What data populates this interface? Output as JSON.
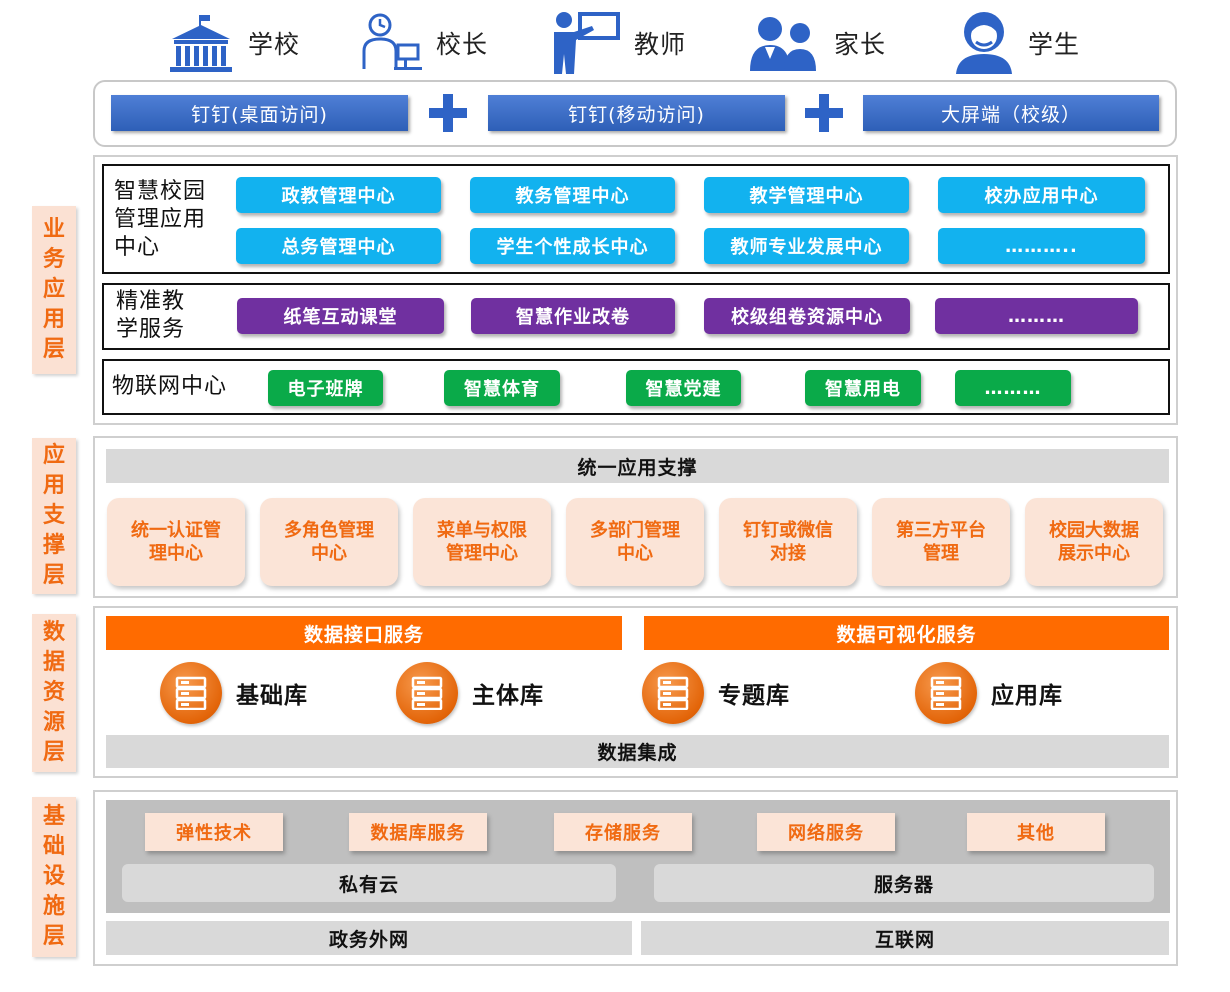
{
  "roles": [
    {
      "label": "学校",
      "icon": "school-building-icon"
    },
    {
      "label": "校长",
      "icon": "principal-desk-icon"
    },
    {
      "label": "教师",
      "icon": "teacher-board-icon"
    },
    {
      "label": "家长",
      "icon": "parents-icon"
    },
    {
      "label": "学生",
      "icon": "student-icon"
    }
  ],
  "access": {
    "items": [
      "钉钉(桌面访问)",
      "钉钉(移动访问)",
      "大屏端（校级）"
    ]
  },
  "layers": {
    "business": {
      "tag": [
        "业",
        "务",
        "应",
        "用",
        "层"
      ],
      "smart_campus": {
        "label": [
          "智慧校园",
          "管理应用",
          "中心"
        ],
        "row1": [
          "政教管理中心",
          "教务管理中心",
          "教学管理中心",
          "校办应用中心"
        ],
        "row2": [
          "总务管理中心",
          "学生个性成长中心",
          "教师专业发展中心",
          "……….."
        ]
      },
      "precision": {
        "label": [
          "精准教",
          "学服务"
        ],
        "items": [
          "纸笔互动课堂",
          "智慧作业改卷",
          "校级组卷资源中心",
          "………"
        ]
      },
      "iot": {
        "label": "物联网中心",
        "items": [
          "电子班牌",
          "智慧体育",
          "智慧党建",
          "智慧用电",
          "………"
        ]
      }
    },
    "support": {
      "tag": [
        "应",
        "用",
        "支",
        "撑",
        "层"
      ],
      "bar": "统一应用支撑",
      "cards": [
        [
          "统一认证管",
          "理中心"
        ],
        [
          "多角色管理",
          "中心"
        ],
        [
          "菜单与权限",
          "管理中心"
        ],
        [
          "多部门管理",
          "中心"
        ],
        [
          "钉钉或微信",
          "对接"
        ],
        [
          "第三方平台",
          "管理"
        ],
        [
          "校园大数据",
          "展示中心"
        ]
      ]
    },
    "data": {
      "tag": [
        "数",
        "据",
        "资",
        "源",
        "层"
      ],
      "services": [
        "数据接口服务",
        "数据可视化服务"
      ],
      "databases": [
        "基础库",
        "主体库",
        "专题库",
        "应用库"
      ],
      "integration": "数据集成"
    },
    "infra": {
      "tag": [
        "基",
        "础",
        "设",
        "施",
        "层"
      ],
      "chips": [
        "弹性技术",
        "数据库服务",
        "存储服务",
        "网络服务",
        "其他"
      ],
      "clouds": [
        "私有云",
        "服务器"
      ],
      "networks": [
        "政务外网",
        "互联网"
      ]
    }
  },
  "colors": {
    "access_blue": "#2e5fb7",
    "cyan": "#12b2ef",
    "purple": "#7030a0",
    "green": "#0aaa49",
    "orange": "#ff6b00",
    "tag_text": "#f06a12",
    "tag_bg": "#fbe1d3"
  }
}
